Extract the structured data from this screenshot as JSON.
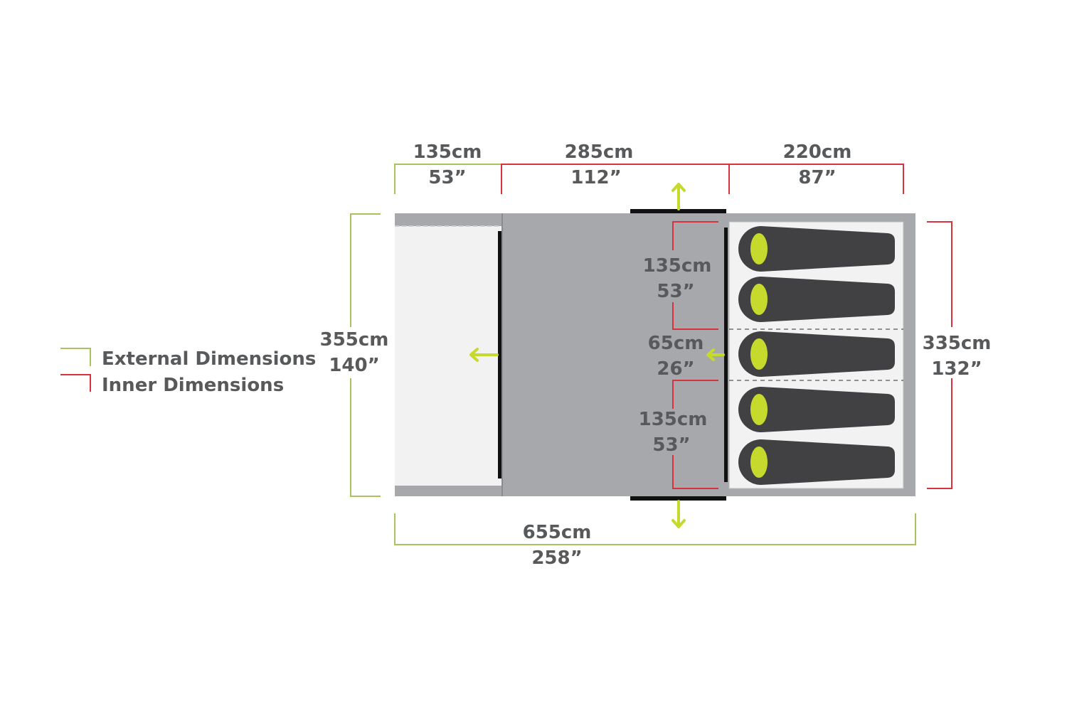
{
  "legend": {
    "external": "External Dimensions",
    "inner": "Inner Dimensions"
  },
  "dimensions": {
    "porch_length": {
      "cm": "135cm",
      "in": "53”"
    },
    "living_length": {
      "cm": "285cm",
      "in": "112”"
    },
    "bedroom_length": {
      "cm": "220cm",
      "in": "87”"
    },
    "total_width": {
      "cm": "355cm",
      "in": "140”"
    },
    "bedroom_width": {
      "cm": "335cm",
      "in": "132”"
    },
    "total_length": {
      "cm": "655cm",
      "in": "258”"
    },
    "bay_top": {
      "cm": "135cm",
      "in": "53”"
    },
    "bay_middle": {
      "cm": "65cm",
      "in": "26”"
    },
    "bay_bottom": {
      "cm": "135cm",
      "in": "53”"
    }
  },
  "sleeping_bag_count": 5,
  "colors": {
    "external": "#a9c25d",
    "inner": "#d9323f",
    "floor": "#a7a8ab",
    "arrow": "#c5da2c",
    "bag": "#414042"
  }
}
